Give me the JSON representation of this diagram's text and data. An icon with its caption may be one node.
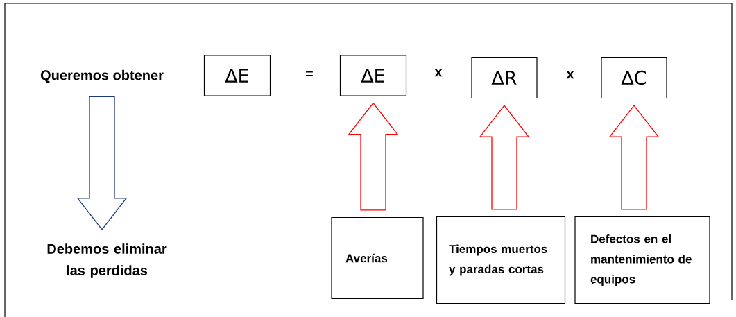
{
  "diagram": {
    "nodes": [
      {
        "text": [
          "Queremos obtener"
        ]
      },
      {
        "text": [
          "∆E"
        ]
      },
      {
        "text": [
          "∆E"
        ]
      },
      {
        "text": [
          "∆R"
        ]
      },
      {
        "text": [
          "∆C"
        ]
      },
      {
        "text": [
          "Debemos eliminar las perdidas"
        ]
      },
      {
        "text": [
          "Averías"
        ]
      },
      {
        "text": [
          "Tiempos muertos y paradas cortas"
        ]
      },
      {
        "text": [
          "Defectos en el mantenimiento de equipos"
        ]
      }
    ],
    "edges": [
      {
        "from": 0,
        "to": 5,
        "arrow": "to",
        "color": "#1f3a7a"
      },
      {
        "from": 6,
        "to": 2,
        "arrow": "to"
      },
      {
        "from": 7,
        "to": 3,
        "arrow": "to"
      },
      {
        "from": 8,
        "to": 4,
        "arrow": "to"
      }
    ],
    "labels": [
      "=",
      "x",
      "x"
    ]
  }
}
